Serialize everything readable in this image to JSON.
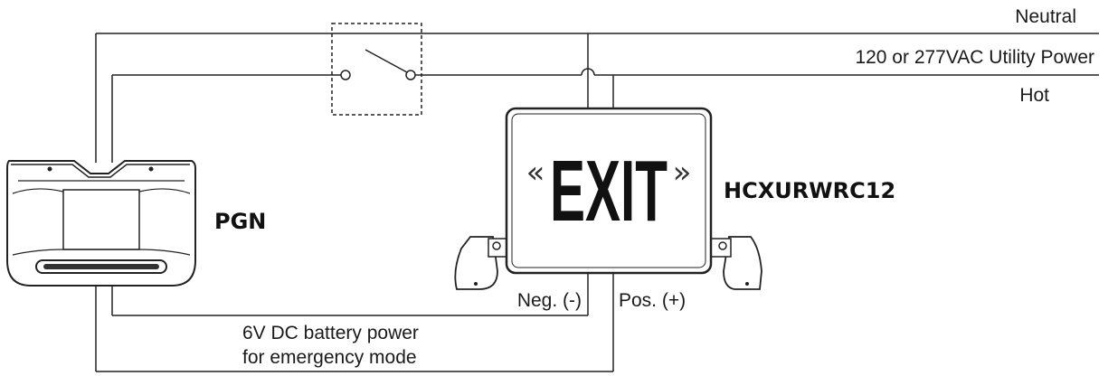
{
  "labels": {
    "neutral": "Neutral",
    "utility": "120 or 277VAC Utility Power",
    "hot": "Hot",
    "pgn": "PGN",
    "model": "HCXURWRC12",
    "neg": "Neg. (-)",
    "pos": "Pos. (+)",
    "battery_line1": "6V DC battery power",
    "battery_line2": "for emergency mode"
  },
  "sign": {
    "text": "EXIT",
    "left_chevron": "«",
    "right_chevron": "»"
  }
}
